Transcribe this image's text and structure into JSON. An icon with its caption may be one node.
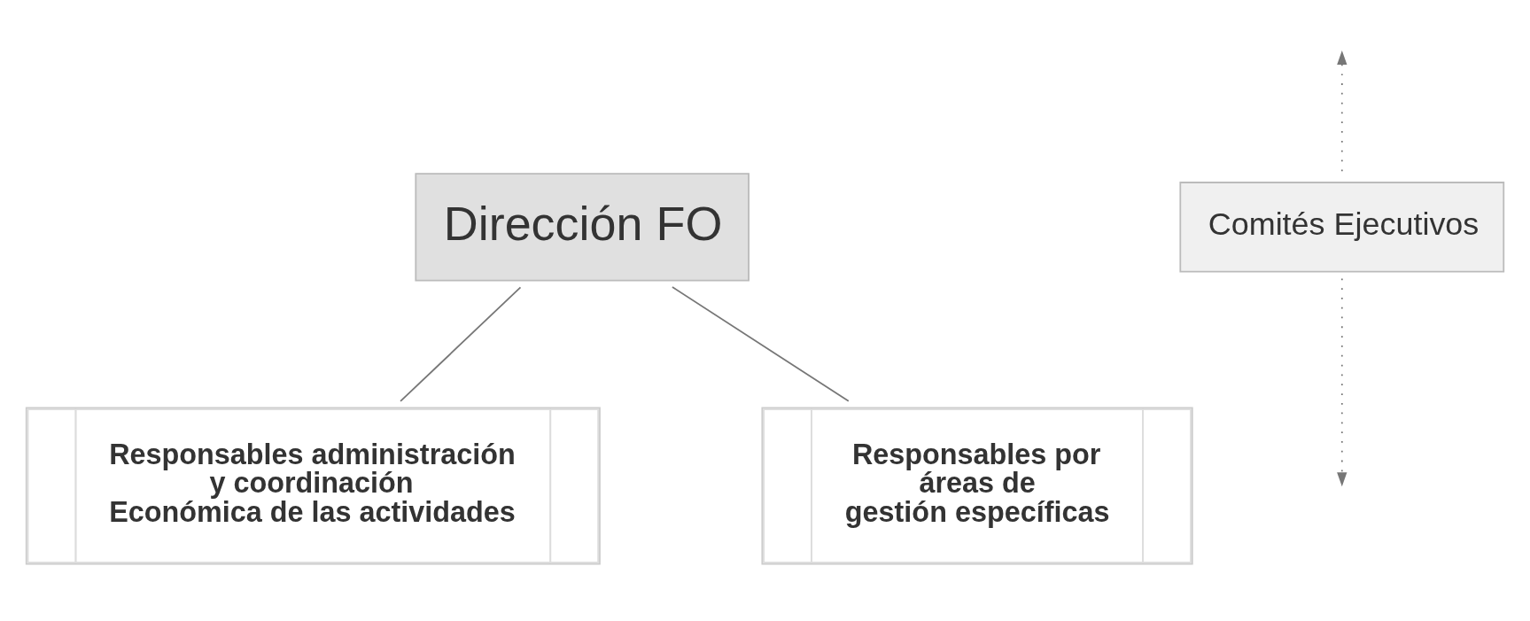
{
  "diagram": {
    "nodes": [
      {
        "text": [
          "Dirección FO"
        ]
      },
      {
        "text": [
          "Comités Ejecutivos"
        ]
      },
      {
        "text": [
          "Responsables administración y coordinación Económica de las actividades"
        ]
      },
      {
        "text": [
          "Responsables por áreas de gestión específicas"
        ]
      }
    ],
    "edges": [
      {
        "from": 0,
        "to": 2,
        "arrow": "none"
      },
      {
        "from": 0,
        "to": 3,
        "arrow": "none"
      },
      {
        "from": 1,
        "to": null,
        "arrow": "to",
        "style": "dashed"
      },
      {
        "from": 1,
        "to": null,
        "arrow": "to",
        "style": "dashed"
      }
    ]
  }
}
